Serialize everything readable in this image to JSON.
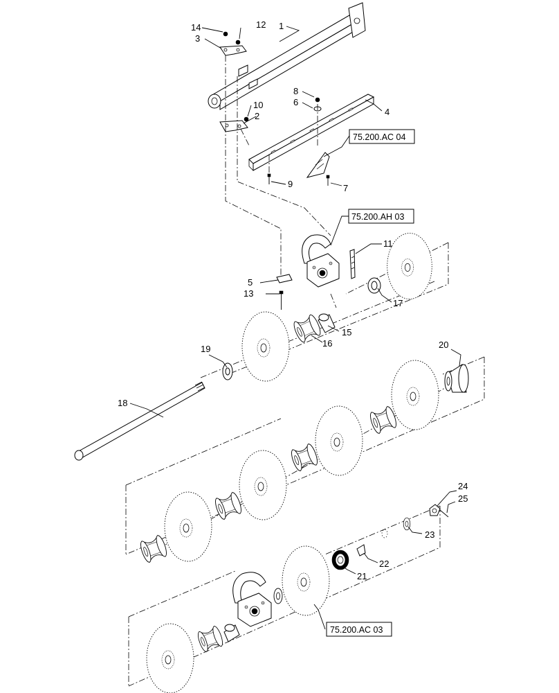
{
  "callouts": [
    {
      "id": "c1",
      "label": "1"
    },
    {
      "id": "c2",
      "label": "2"
    },
    {
      "id": "c3",
      "label": "3"
    },
    {
      "id": "c4",
      "label": "4"
    },
    {
      "id": "c5",
      "label": "5"
    },
    {
      "id": "c6",
      "label": "6"
    },
    {
      "id": "c7",
      "label": "7"
    },
    {
      "id": "c8",
      "label": "8"
    },
    {
      "id": "c9",
      "label": "9"
    },
    {
      "id": "c10",
      "label": "10"
    },
    {
      "id": "c11",
      "label": "11"
    },
    {
      "id": "c12",
      "label": "12"
    },
    {
      "id": "c13",
      "label": "13"
    },
    {
      "id": "c14",
      "label": "14"
    },
    {
      "id": "c15",
      "label": "15"
    },
    {
      "id": "c16",
      "label": "16"
    },
    {
      "id": "c17",
      "label": "17"
    },
    {
      "id": "c18",
      "label": "18"
    },
    {
      "id": "c19",
      "label": "19"
    },
    {
      "id": "c20",
      "label": "20"
    },
    {
      "id": "c21",
      "label": "21"
    },
    {
      "id": "c22",
      "label": "22"
    },
    {
      "id": "c23",
      "label": "23"
    },
    {
      "id": "c24",
      "label": "24"
    },
    {
      "id": "c25",
      "label": "25"
    }
  ],
  "references": [
    {
      "id": "ref-ac04",
      "label": "75.200.AC 04"
    },
    {
      "id": "ref-ah03",
      "label": "75.200.AH 03"
    },
    {
      "id": "ref-ac03",
      "label": "75.200.AC 03"
    }
  ]
}
